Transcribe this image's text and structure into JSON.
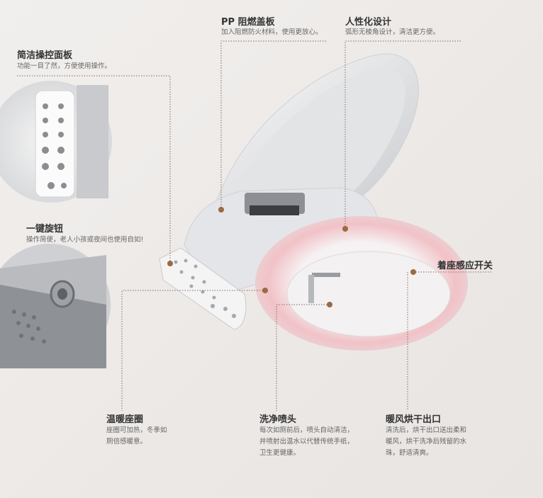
{
  "features": {
    "lid": {
      "title": "PP 阻燃盖板",
      "desc": [
        "加入阻燃防火材料，使用更放心。"
      ]
    },
    "design": {
      "title": "人性化设计",
      "desc": [
        "弧形无棱角设计，清洁更方便。"
      ]
    },
    "panel": {
      "title": "简洁操控面板",
      "desc": [
        "功能一目了然，方便使用操作。"
      ]
    },
    "knob": {
      "title": "一键旋钮",
      "desc": [
        "操作简便，老人小孩或夜间也使用自如!"
      ]
    },
    "sensor": {
      "title": "着座感应开关"
    },
    "heated_seat": {
      "title": "温暖座圈",
      "desc": [
        "座圈可加热，冬季如",
        "厕倍感暖意。"
      ]
    },
    "nozzle": {
      "title": "洗净喷头",
      "desc": [
        "每次如厕前后，喷头自动清洁，",
        "并喷射出温水以代替传统手纸，",
        "卫生更健康。"
      ]
    },
    "dryer": {
      "title": "暖风烘干出口",
      "desc": [
        "清洗后，烘干出口送出柔和",
        "暖风，烘干洗净后残留的水",
        "珠，舒适清爽。"
      ]
    }
  },
  "colors": {
    "dot": "#9a6a44",
    "line": "#8a6a55",
    "seat_glow": "#f0b8be"
  }
}
